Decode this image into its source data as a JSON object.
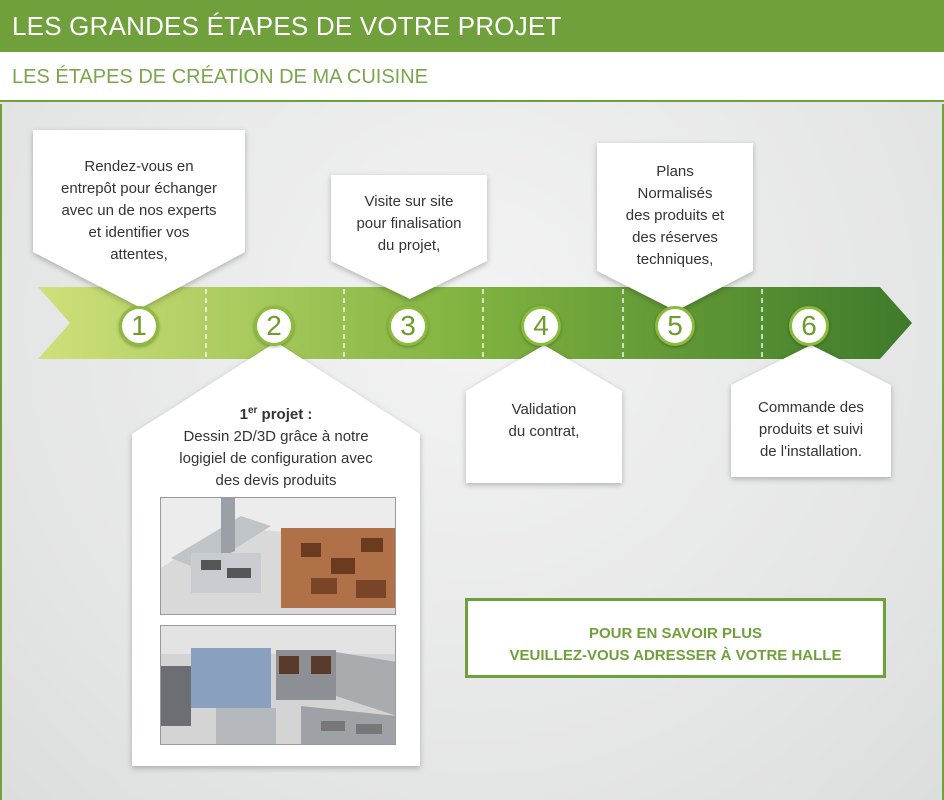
{
  "header": {
    "title": "LES GRANDES ÉTAPES DE VOTRE PROJET",
    "subtitle": "LES ÉTAPES DE CRÉATION DE MA CUISINE"
  },
  "colors": {
    "accent": "#6fa03c",
    "arrow_start": "#c8dc6a",
    "arrow_end": "#3f7a2a"
  },
  "steps": [
    {
      "number": "1",
      "lines": [
        "Rendez-vous en",
        "entrepôt pour échanger",
        "avec un de nos experts",
        "et identifier vos",
        "attentes,"
      ]
    },
    {
      "number": "2",
      "title_main": "1",
      "title_sup": "er",
      "title_rest": " projet :",
      "lines": [
        "Dessin 2D/3D grâce à notre",
        "logigiel de configuration avec",
        "des devis produits"
      ]
    },
    {
      "number": "3",
      "lines": [
        "Visite sur site",
        "pour finalisation",
        "du projet,"
      ]
    },
    {
      "number": "4",
      "lines": [
        "Validation",
        "du contrat,"
      ]
    },
    {
      "number": "5",
      "lines": [
        "Plans",
        "Normalisés",
        "des produits et",
        "des réserves",
        "techniques,"
      ]
    },
    {
      "number": "6",
      "lines": [
        "Commande des",
        "produits et suivi",
        "de l'installation."
      ]
    }
  ],
  "images": [
    {
      "icon": "kitchen-3d-plan-image"
    },
    {
      "icon": "kitchen-3d-view-image"
    }
  ],
  "info": {
    "line1": "POUR EN SAVOIR PLUS",
    "line2": "VEUILLEZ-VOUS ADRESSER À VOTRE HALLE"
  }
}
